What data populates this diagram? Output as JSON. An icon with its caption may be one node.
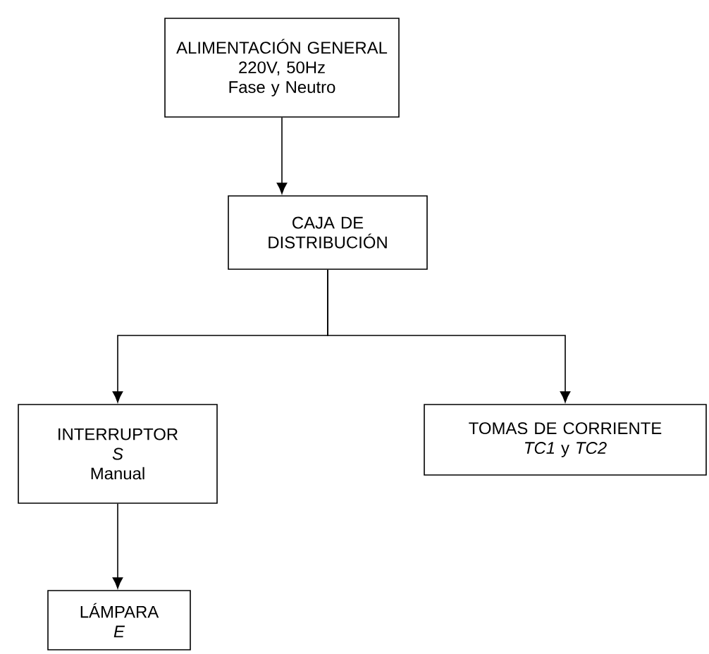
{
  "diagram": {
    "nodes": [
      {
        "text": [
          "ALIMENTACIÓN GENERAL",
          "220V, 50Hz",
          "Fase y Neutro"
        ]
      },
      {
        "text": [
          "CAJA DE DISTRIBUCIÓN"
        ]
      },
      {
        "text": [
          "INTERRUPTOR",
          "*S*",
          "Manual"
        ]
      },
      {
        "text": [
          "TOMAS DE CORRIENTE",
          "*TC1* y *TC2*"
        ]
      },
      {
        "text": [
          "LÁMPARA",
          "*E*"
        ]
      }
    ],
    "edges": [
      {
        "from": 0,
        "to": 1,
        "arrow": "to"
      },
      {
        "from": 1,
        "to": 2,
        "arrow": "to"
      },
      {
        "from": 1,
        "to": 3,
        "arrow": "to"
      },
      {
        "from": 2,
        "to": 4,
        "arrow": "to"
      }
    ]
  }
}
